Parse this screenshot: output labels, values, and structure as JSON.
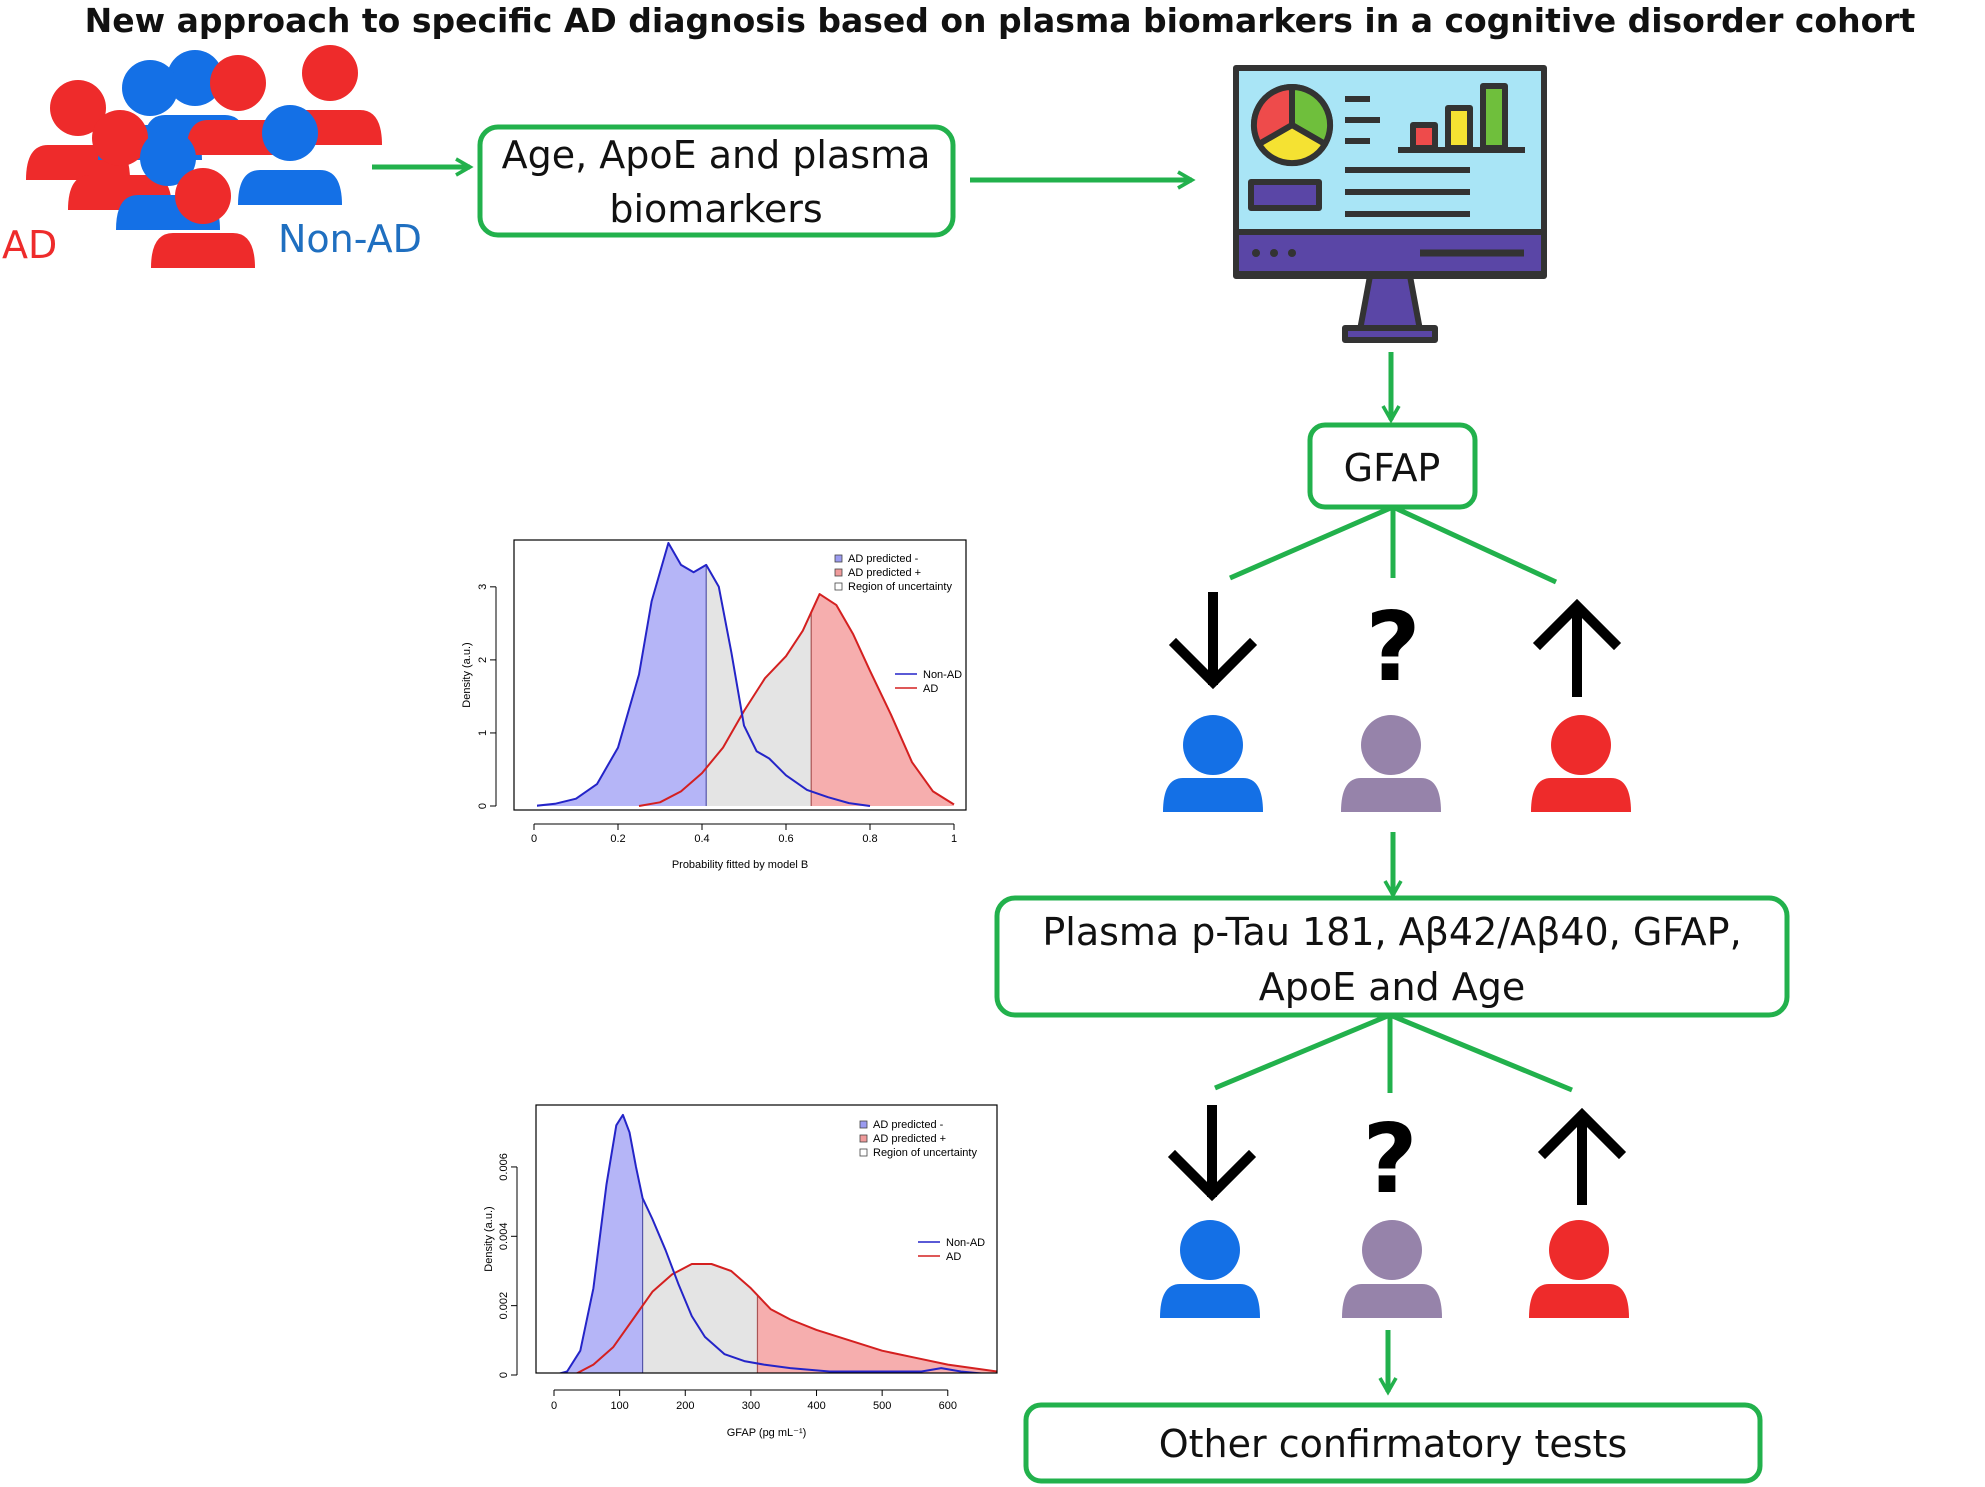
{
  "title": "New approach to specific AD diagnosis based on plasma biomarkers in a cognitive disorder cohort",
  "cohort": {
    "ad_label": "AD",
    "non_ad_label": "Non-AD"
  },
  "boxes": {
    "inputs_line1": "Age, ApoE and plasma",
    "inputs_line2": "biomarkers",
    "gfap": "GFAP",
    "panel_line1": "Plasma p-Tau 181, Aβ42/Aβ40, GFAP,",
    "panel_line2": "ApoE and Age",
    "confirm": "Other confirmatory tests"
  },
  "uncertain_symbol": "?",
  "icons": [
    "crowd-icon",
    "monitor-icon",
    "down-arrow-icon",
    "question-mark-icon",
    "up-arrow-icon",
    "person-icon"
  ],
  "colors": {
    "ad": "#ee2b2b",
    "non_ad": "#1470e6",
    "uncertain": "#9683aa",
    "flow": "#22b14c",
    "non_ad_text": "#1f6fc0"
  },
  "chart_data": [
    {
      "type": "area",
      "xlabel": "Probability fitted by model B",
      "ylabel": "Density (a.u.)",
      "xlim": [
        0,
        1
      ],
      "ylim": [
        0,
        3.6
      ],
      "xticks": [
        "0",
        "0.2",
        "0.4",
        "0.6",
        "0.8",
        "1"
      ],
      "yticks": [
        "0",
        "1",
        "2",
        "3"
      ],
      "thresholds": [
        0.41,
        0.66
      ],
      "legend_regions": [
        "AD predicted -",
        "AD predicted +",
        "Region of uncertainty"
      ],
      "legend_lines": [
        "Non-AD",
        "AD"
      ],
      "series": [
        {
          "name": "Non-AD",
          "x": [
            0,
            0.05,
            0.1,
            0.15,
            0.2,
            0.25,
            0.28,
            0.32,
            0.35,
            0.38,
            0.41,
            0.44,
            0.47,
            0.5,
            0.53,
            0.56,
            0.6,
            0.65,
            0.7,
            0.75,
            0.8
          ],
          "y": [
            0,
            0.03,
            0.1,
            0.3,
            0.8,
            1.8,
            2.8,
            3.6,
            3.3,
            3.2,
            3.3,
            3.0,
            2.1,
            1.1,
            0.75,
            0.65,
            0.42,
            0.22,
            0.12,
            0.04,
            0
          ]
        },
        {
          "name": "AD",
          "x": [
            0.25,
            0.3,
            0.35,
            0.4,
            0.45,
            0.5,
            0.55,
            0.6,
            0.64,
            0.68,
            0.72,
            0.76,
            0.8,
            0.85,
            0.9,
            0.95,
            1.0
          ],
          "y": [
            0,
            0.05,
            0.2,
            0.45,
            0.8,
            1.3,
            1.75,
            2.05,
            2.4,
            2.9,
            2.75,
            2.35,
            1.85,
            1.25,
            0.6,
            0.2,
            0.02
          ]
        }
      ]
    },
    {
      "type": "area",
      "xlabel": "GFAP (pg mL⁻¹)",
      "ylabel": "Density (a.u.)",
      "xlim": [
        0,
        675
      ],
      "ylim": [
        0,
        0.0077
      ],
      "xticks": [
        "0",
        "100",
        "200",
        "300",
        "400",
        "500",
        "600"
      ],
      "yticks": [
        "0",
        "0.002",
        "0.004",
        "0.006"
      ],
      "thresholds": [
        135,
        310
      ],
      "legend_regions": [
        "AD predicted -",
        "AD predicted +",
        "Region of uncertainty"
      ],
      "legend_lines": [
        "Non-AD",
        "AD"
      ],
      "series": [
        {
          "name": "Non-AD",
          "x": [
            0,
            20,
            40,
            60,
            80,
            95,
            105,
            115,
            125,
            135,
            150,
            170,
            190,
            210,
            230,
            260,
            290,
            320,
            360,
            420,
            500,
            560,
            590,
            620,
            675
          ],
          "y": [
            0,
            0.0001,
            0.0007,
            0.0025,
            0.0055,
            0.0072,
            0.0075,
            0.007,
            0.006,
            0.0051,
            0.0045,
            0.0036,
            0.0026,
            0.0017,
            0.0011,
            0.0006,
            0.0004,
            0.0003,
            0.0002,
            0.0001,
            0.0001,
            0.0001,
            0.0002,
            0.0001,
            0
          ]
        },
        {
          "name": "AD",
          "x": [
            30,
            60,
            90,
            120,
            150,
            180,
            210,
            240,
            270,
            300,
            330,
            360,
            400,
            450,
            500,
            550,
            600,
            675
          ],
          "y": [
            0,
            0.0003,
            0.0008,
            0.0016,
            0.0024,
            0.0029,
            0.0032,
            0.0032,
            0.003,
            0.0025,
            0.0019,
            0.0016,
            0.0013,
            0.001,
            0.0007,
            0.0005,
            0.0003,
            0.0001
          ]
        }
      ]
    }
  ]
}
